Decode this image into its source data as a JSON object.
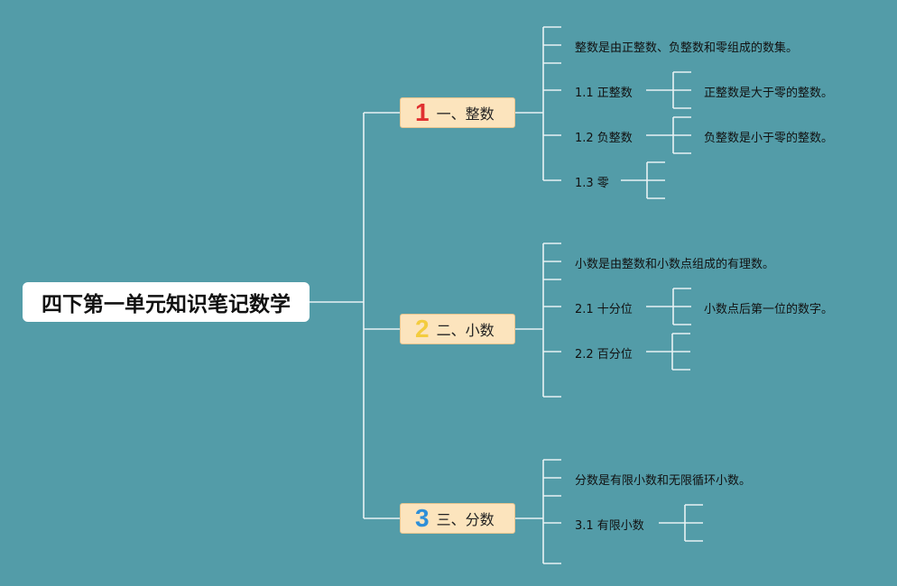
{
  "root": "四下第一单元知识笔记数学",
  "branches": [
    {
      "number": "1",
      "color": "#e03030",
      "label": "一、整数",
      "summary": "整数是由正整数、负整数和零组成的数集。",
      "items": [
        {
          "label": "1.1 正整数",
          "note": "正整数是大于零的整数。"
        },
        {
          "label": "1.2 负整数",
          "note": "负整数是小于零的整数。"
        },
        {
          "label": "1.3 零"
        }
      ]
    },
    {
      "number": "2",
      "color": "#f3cc3f",
      "label": "二、小数",
      "summary": "小数是由整数和小数点组成的有理数。",
      "items": [
        {
          "label": "2.1 十分位",
          "note": "小数点后第一位的数字。"
        },
        {
          "label": "2.2 百分位"
        }
      ]
    },
    {
      "number": "3",
      "color": "#2e8fd8",
      "label": "三、分数",
      "summary": "分数是有限小数和无限循环小数。",
      "items": [
        {
          "label": "3.1 有限小数"
        }
      ]
    }
  ]
}
